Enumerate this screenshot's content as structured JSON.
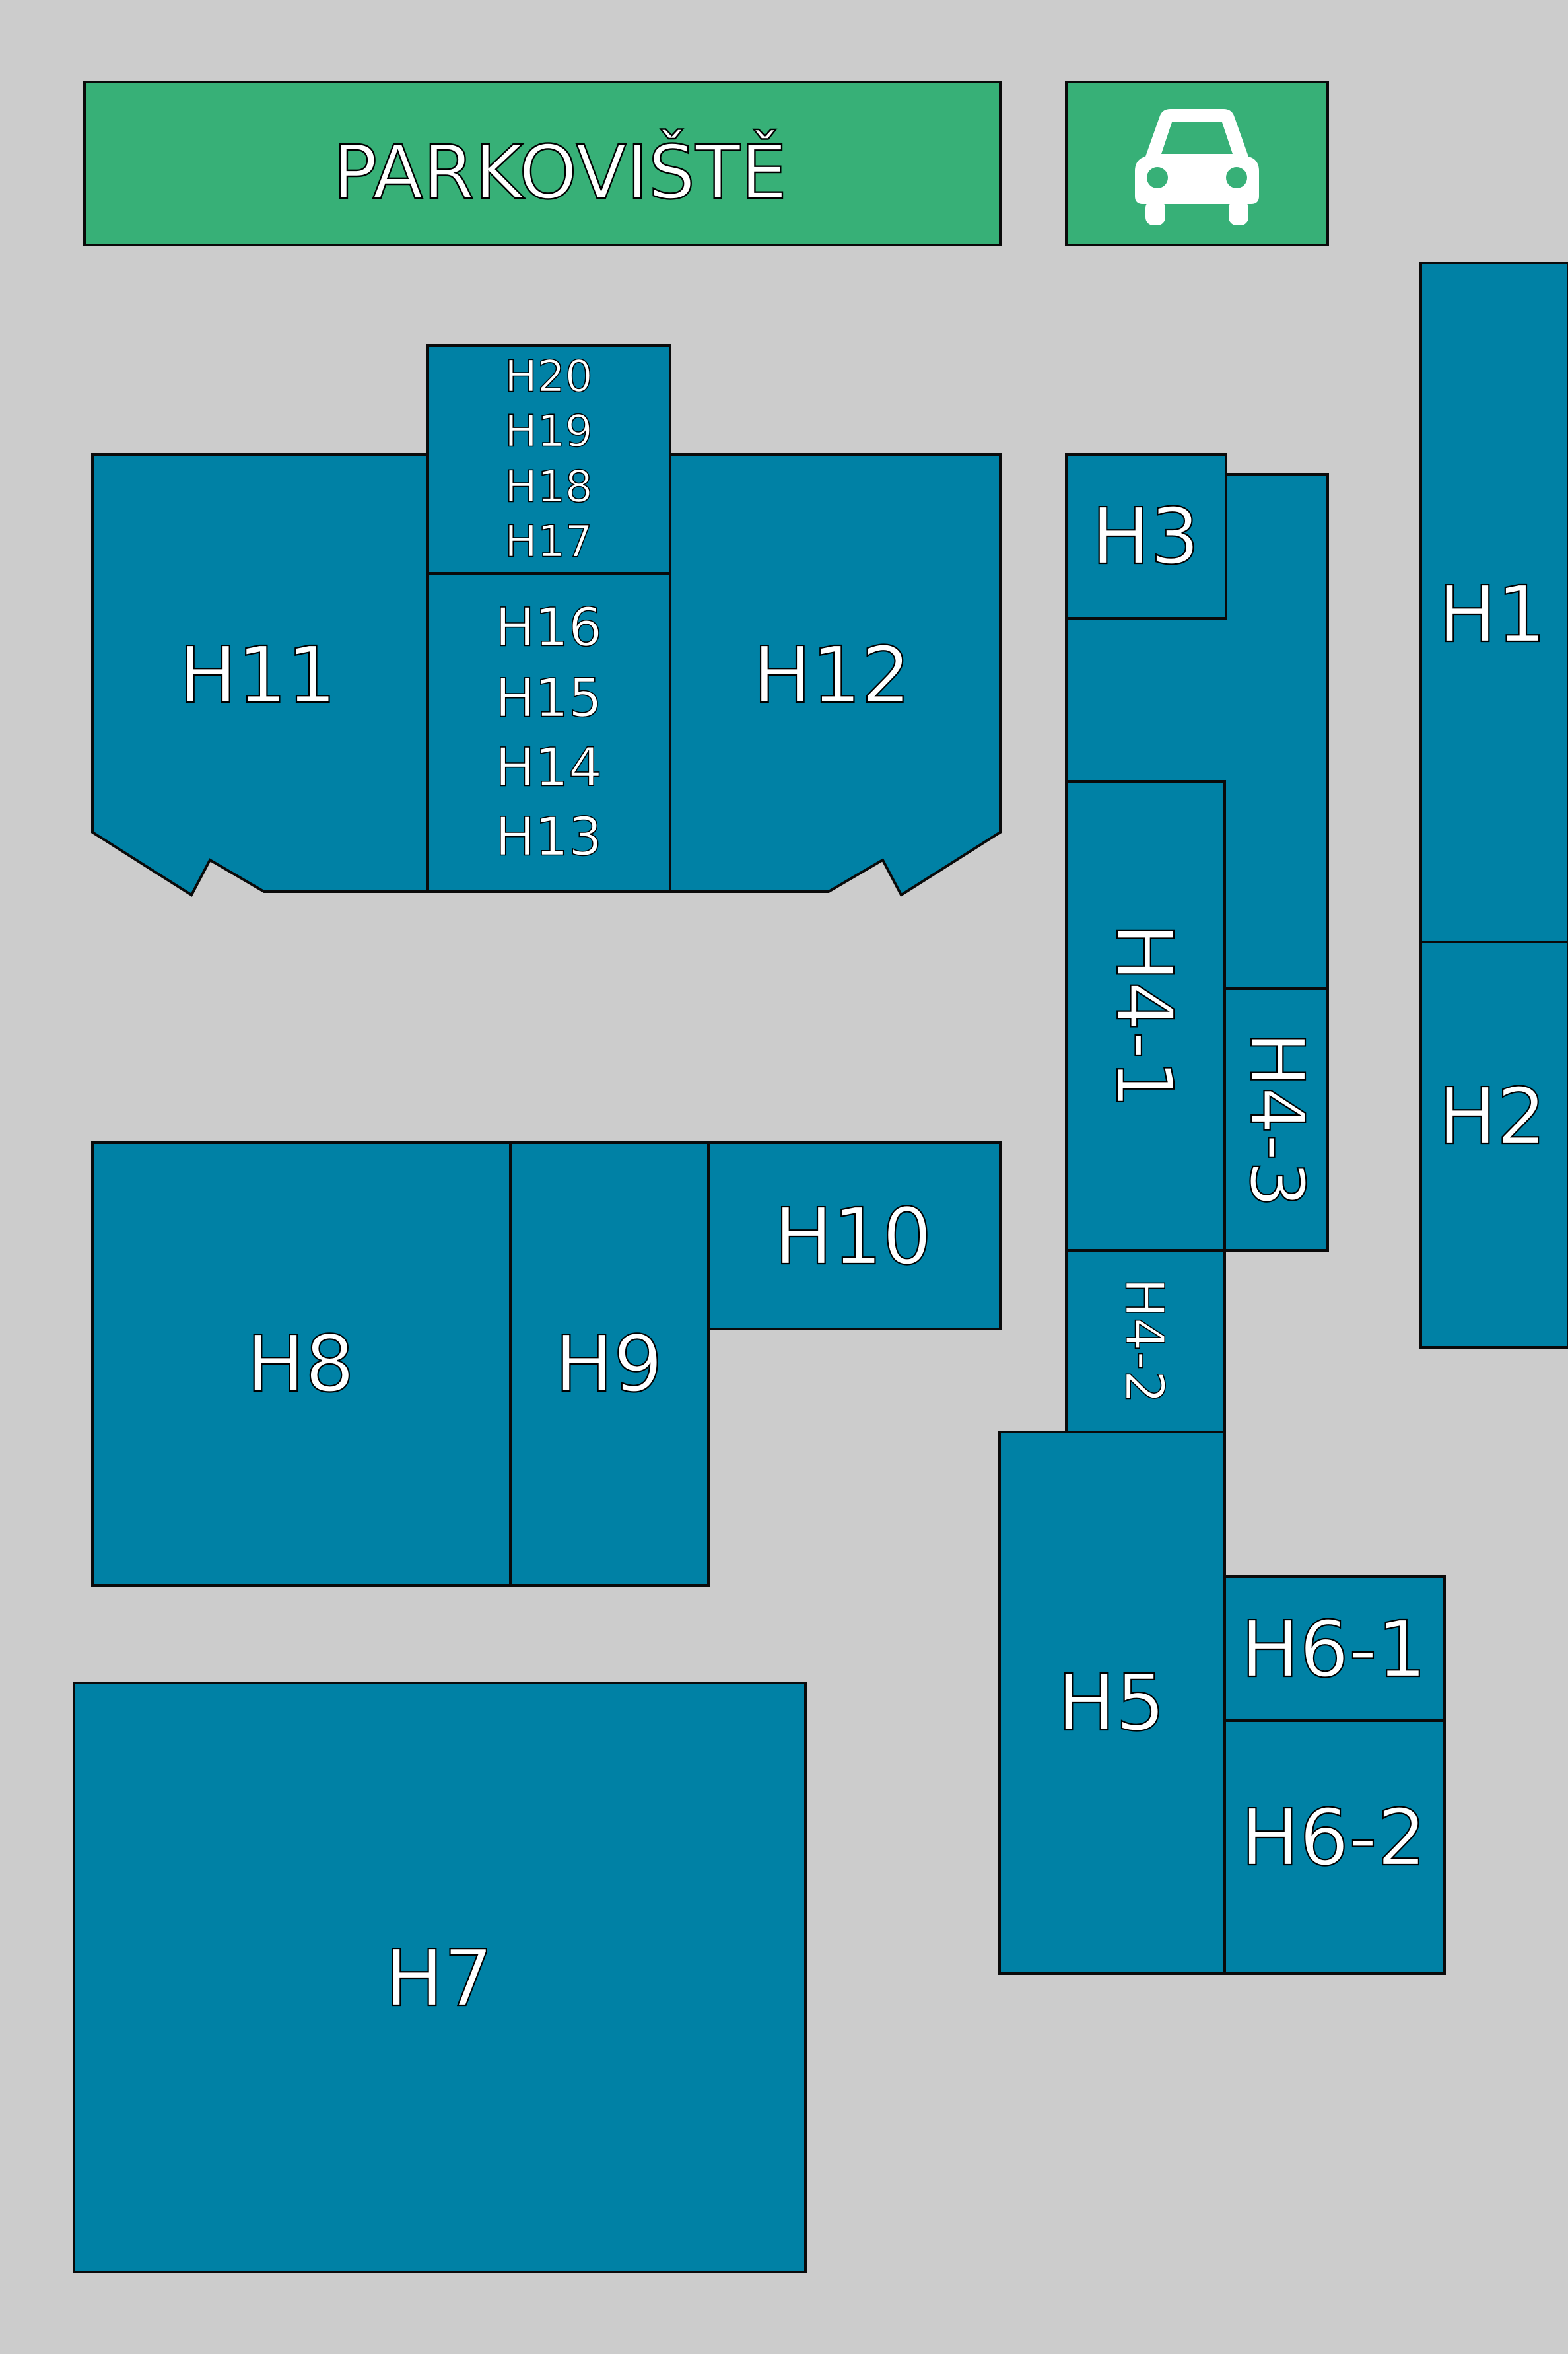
{
  "colors": {
    "background": "#cccccc",
    "hall": "#0081a5",
    "parking": "#37b077",
    "outline": "#0a0a0a",
    "label": "#ffffff"
  },
  "parking": {
    "label": "PARKOVIŠTĚ",
    "icon": "car-icon"
  },
  "halls": {
    "h1": "H1",
    "h2": "H2",
    "h3": "H3",
    "h4_1": "H4-1",
    "h4_2": "H4-2",
    "h4_3": "H4-3",
    "h5": "H5",
    "h6_1": "H6-1",
    "h6_2": "H6-2",
    "h7": "H7",
    "h8": "H8",
    "h9": "H9",
    "h10": "H10",
    "h11": "H11",
    "h12": "H12",
    "h13": "H13",
    "h14": "H14",
    "h15": "H15",
    "h16": "H16",
    "h17": "H17",
    "h18": "H18",
    "h19": "H19",
    "h20": "H20"
  }
}
